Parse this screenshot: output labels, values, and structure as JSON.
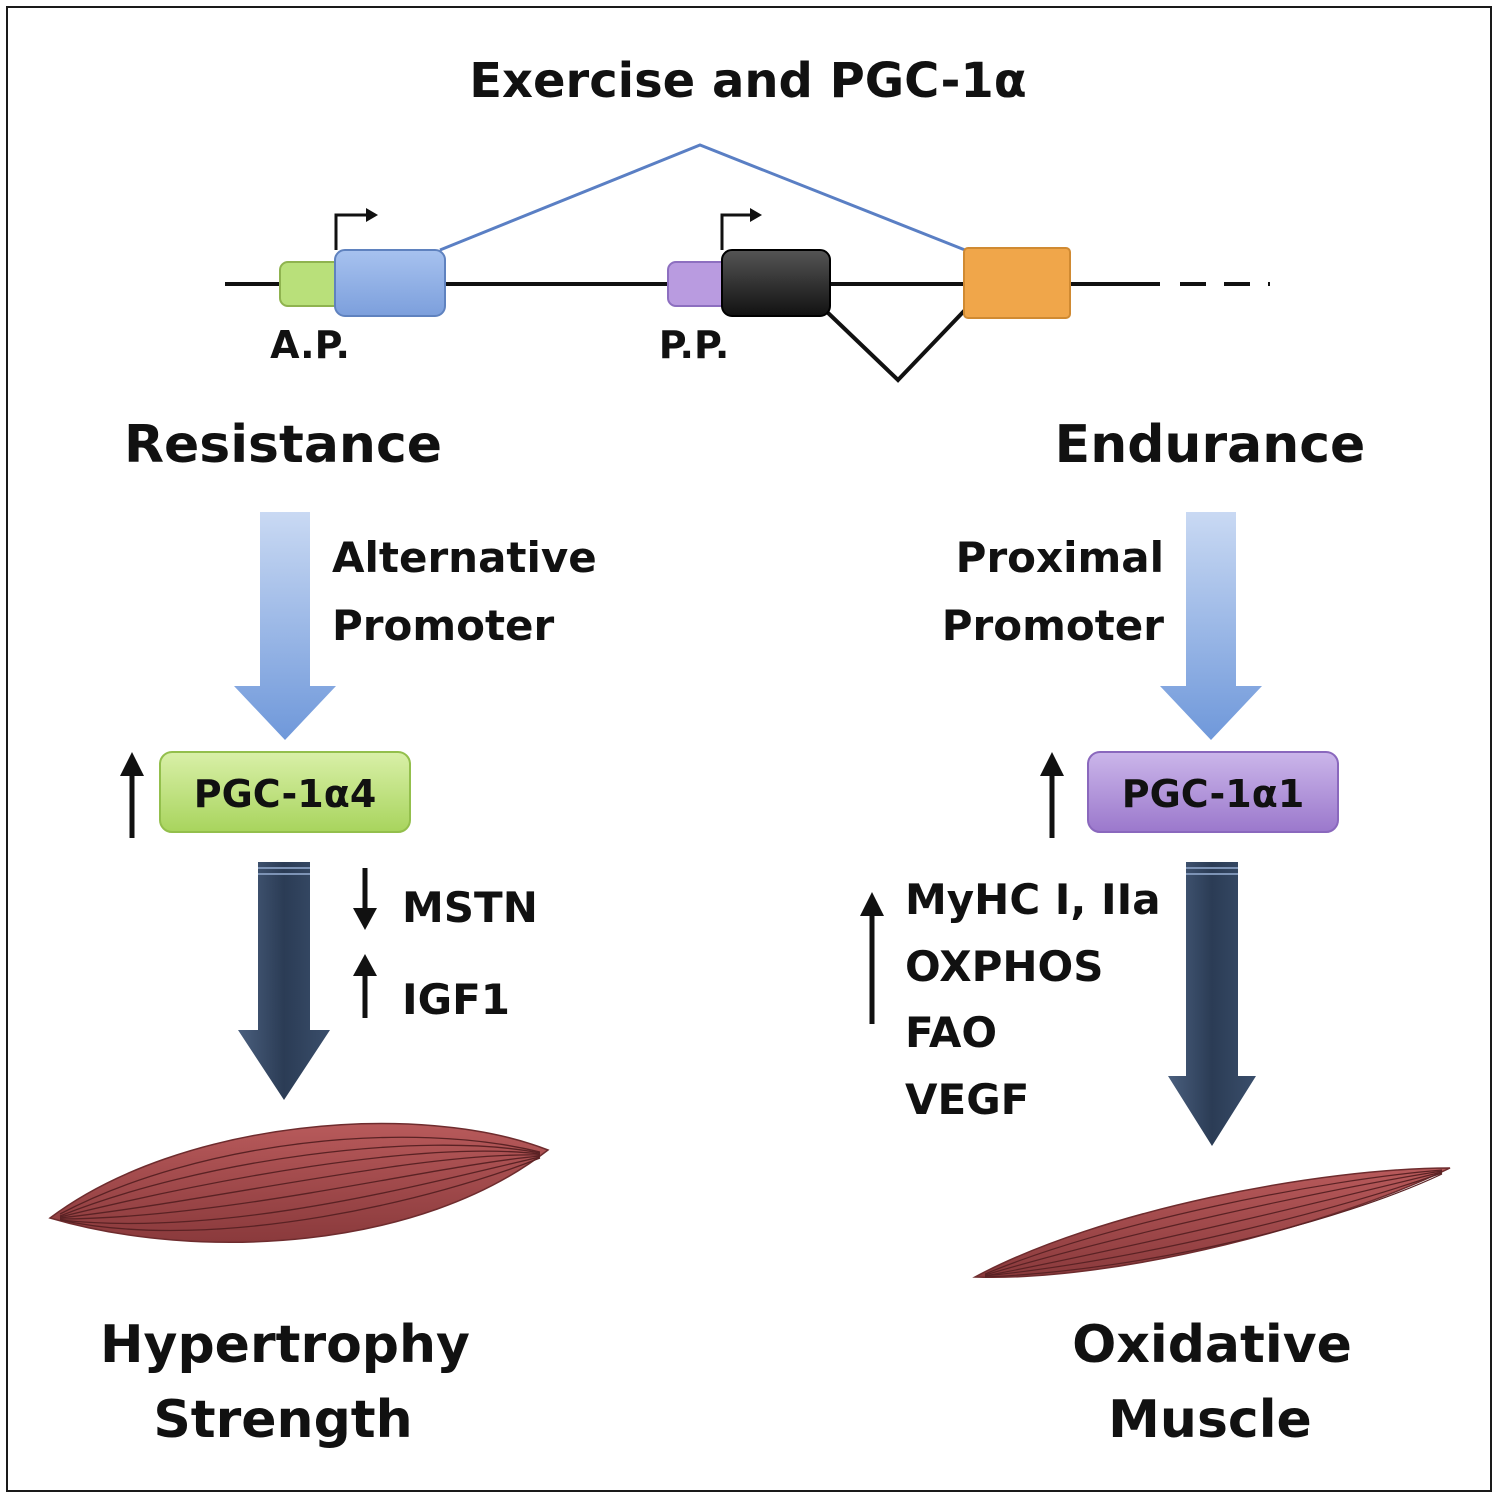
{
  "title": "Exercise and PGC-1α",
  "gene": {
    "alt_promoter_label": "A.P.",
    "prox_promoter_label": "P.P.",
    "colors": {
      "alt_promoter": "#b9e07a",
      "exon1a": "#8fb0e6",
      "prox_promoter": "#b99be0",
      "exon1b": "#222222",
      "exon2": "#f0a64a"
    }
  },
  "left": {
    "heading": "Resistance",
    "promoter_line1": "Alternative",
    "promoter_line2": "Promoter",
    "isoform": "PGC-1α4",
    "targets": [
      {
        "direction": "down",
        "label": "MSTN"
      },
      {
        "direction": "up",
        "label": "IGF1"
      }
    ],
    "outcome_line1": "Hypertrophy",
    "outcome_line2": "Strength",
    "isoform_color": "#c6e489"
  },
  "right": {
    "heading": "Endurance",
    "promoter_line1": "Proximal",
    "promoter_line2": "Promoter",
    "isoform": "PGC-1α1",
    "targets": [
      "MyHC I, IIa",
      "OXPHOS",
      "FAO",
      "VEGF"
    ],
    "targets_direction": "up",
    "outcome_line1": "Oxidative",
    "outcome_line2": "Muscle",
    "isoform_color": "#b79ad8"
  },
  "colors": {
    "promoter_arrow": "#7fa5e0",
    "pathway_arrow": "#2c3e55",
    "muscle": "#9c4446"
  }
}
